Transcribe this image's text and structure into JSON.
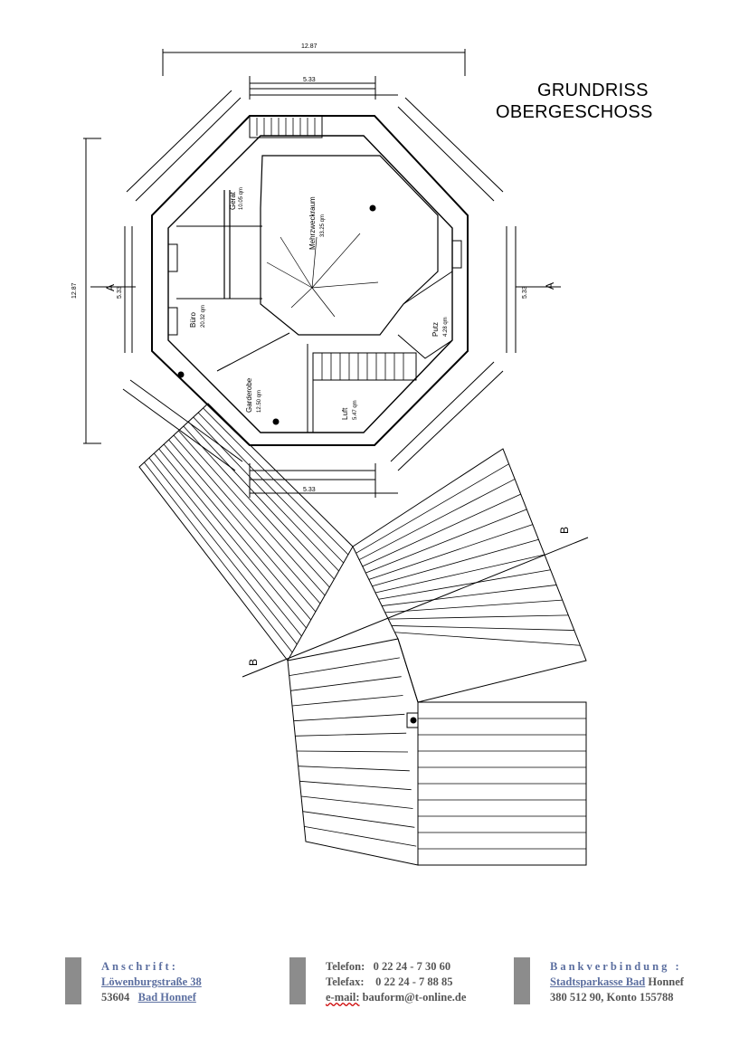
{
  "title": {
    "line1": "GRUNDRISS",
    "line2": "OBERGESCHOSS"
  },
  "plan": {
    "section_a": "A",
    "section_b": "B",
    "dim_total_width": "12.87",
    "dim_total_height": "12.87",
    "dim_top": "5.33",
    "dim_bottom": "5.33",
    "dim_right": "5.33",
    "dim_left": "5.33",
    "rooms": [
      {
        "name": "Mehrzweckraum",
        "area": "33.25 qm"
      },
      {
        "name": "Gerät",
        "area": "10.05 qm"
      },
      {
        "name": "Büro",
        "area": "20.32 qm"
      },
      {
        "name": "Garderobe",
        "area": "12.50 qm"
      },
      {
        "name": "Luft",
        "area": "5.47 qm"
      },
      {
        "name": "Putz",
        "area": "4.28 qm"
      }
    ]
  },
  "footer": {
    "address_label": "Anschrift:",
    "address_street": "Löwenburgstraße 38",
    "address_zip": "53604",
    "address_city": "Bad Honnef",
    "phone_label": "Telefon:",
    "phone": "0 22 24 - 7 30 60",
    "fax_label": "Telefax:",
    "fax": "0 22 24 - 7 88 85",
    "email_label": "e-mail:",
    "email": "bauform@t-online.de",
    "bank_label": "Bankverbindung :",
    "bank_name": "Stadtsparkasse Bad",
    "bank_name_2": "Honnef",
    "bank_account": "380 512 90, Konto 155788"
  },
  "colors": {
    "footer_bar": "#8c8c8c",
    "footer_link": "#5c6fa0",
    "footer_text": "#555555"
  }
}
